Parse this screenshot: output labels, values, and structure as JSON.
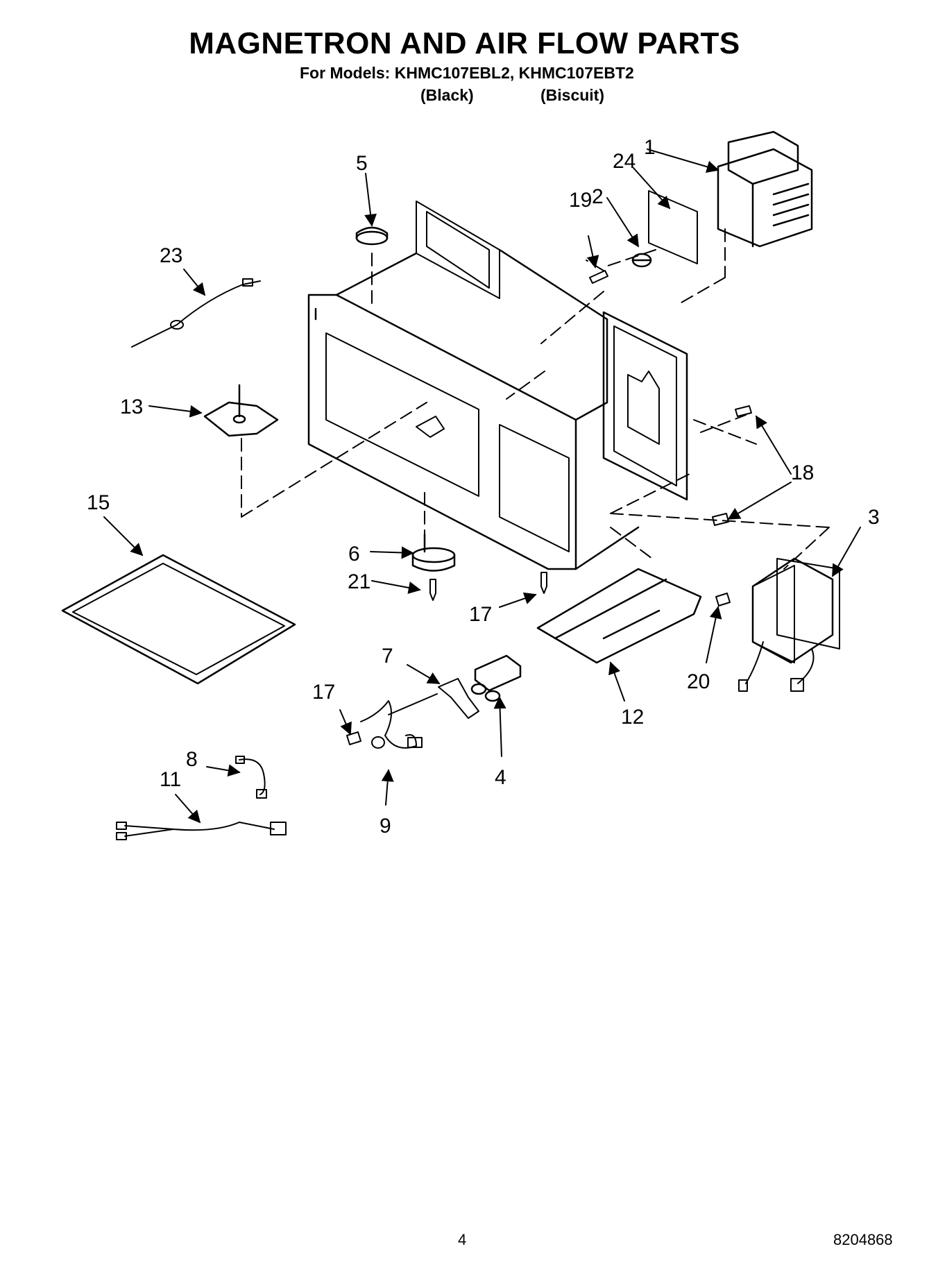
{
  "header": {
    "title": "MAGNETRON AND AIR FLOW PARTS",
    "models_line": "For Models: KHMC107EBL2, KHMC107EBT2",
    "color_labels": [
      "(Black)",
      "(Biscuit)"
    ]
  },
  "callouts": {
    "c1": "1",
    "c2": "2",
    "c3": "3",
    "c4": "4",
    "c5": "5",
    "c6": "6",
    "c7": "7",
    "c8": "8",
    "c9": "9",
    "c11": "11",
    "c12": "12",
    "c13": "13",
    "c15": "15",
    "c17a": "17",
    "c17b": "17",
    "c18": "18",
    "c19": "19",
    "c20": "20",
    "c21": "21",
    "c23": "23",
    "c24": "24"
  },
  "footer": {
    "page_number": "4",
    "document_number": "8204868"
  }
}
